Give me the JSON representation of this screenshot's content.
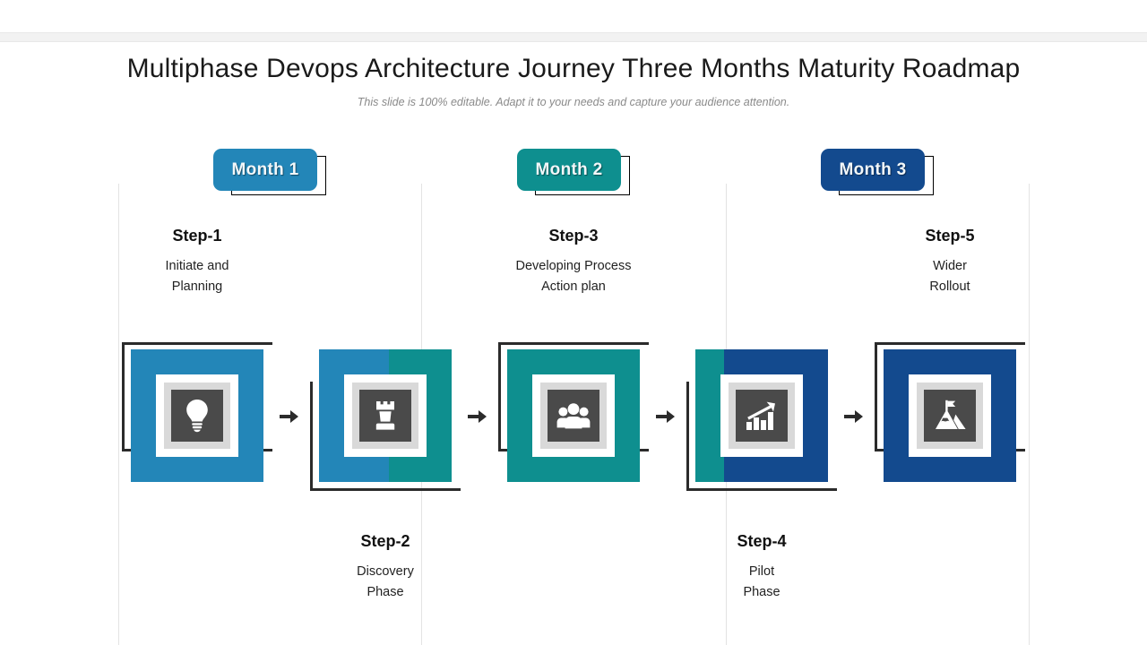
{
  "slide": {
    "title": "Multiphase Devops Architecture Journey Three Months Maturity Roadmap",
    "subtitle": "This slide is 100% editable. Adapt it to your needs and capture your audience attention."
  },
  "colors": {
    "blue": "#2386B8",
    "teal": "#0E8F8F",
    "navy": "#134A8E",
    "icon_dark": "#4A4A4A",
    "frame_gray": "#D9D9D9",
    "bracket": "#2B2B2B",
    "divider": "#E3E3E3",
    "subtitle_gray": "#8A8A8A"
  },
  "months": [
    {
      "label": "Month 1",
      "color": "#2386B8"
    },
    {
      "label": "Month 2",
      "color": "#0E8F8F"
    },
    {
      "label": "Month 3",
      "color": "#134A8E"
    }
  ],
  "steps": [
    {
      "title": "Step-1",
      "description": "Initiate and\nPlanning",
      "position": "top"
    },
    {
      "title": "Step-2",
      "description": "Discovery\nPhase",
      "position": "bottom"
    },
    {
      "title": "Step-3",
      "description": "Developing Process\nAction plan",
      "position": "top"
    },
    {
      "title": "Step-4",
      "description": "Pilot\nPhase",
      "position": "bottom"
    },
    {
      "title": "Step-5",
      "description": "Wider\nRollout",
      "position": "top"
    }
  ],
  "icons": [
    {
      "name": "lightbulb-icon",
      "fill_left": "#2386B8",
      "fill_right": "#2386B8",
      "split": 0
    },
    {
      "name": "chess-rook-icon",
      "fill_left": "#2386B8",
      "fill_right": "#0E8F8F",
      "split": 78
    },
    {
      "name": "people-group-icon",
      "fill_left": "#0E8F8F",
      "fill_right": "#0E8F8F",
      "split": 0
    },
    {
      "name": "growth-chart-icon",
      "fill_left": "#0E8F8F",
      "fill_right": "#134A8E",
      "split": 32
    },
    {
      "name": "mountain-flag-icon",
      "fill_left": "#134A8E",
      "fill_right": "#134A8E",
      "split": 0
    }
  ],
  "arrows": [
    {
      "name": "arrow-right-1"
    },
    {
      "name": "arrow-right-2"
    },
    {
      "name": "arrow-right-3"
    },
    {
      "name": "arrow-right-4"
    }
  ]
}
